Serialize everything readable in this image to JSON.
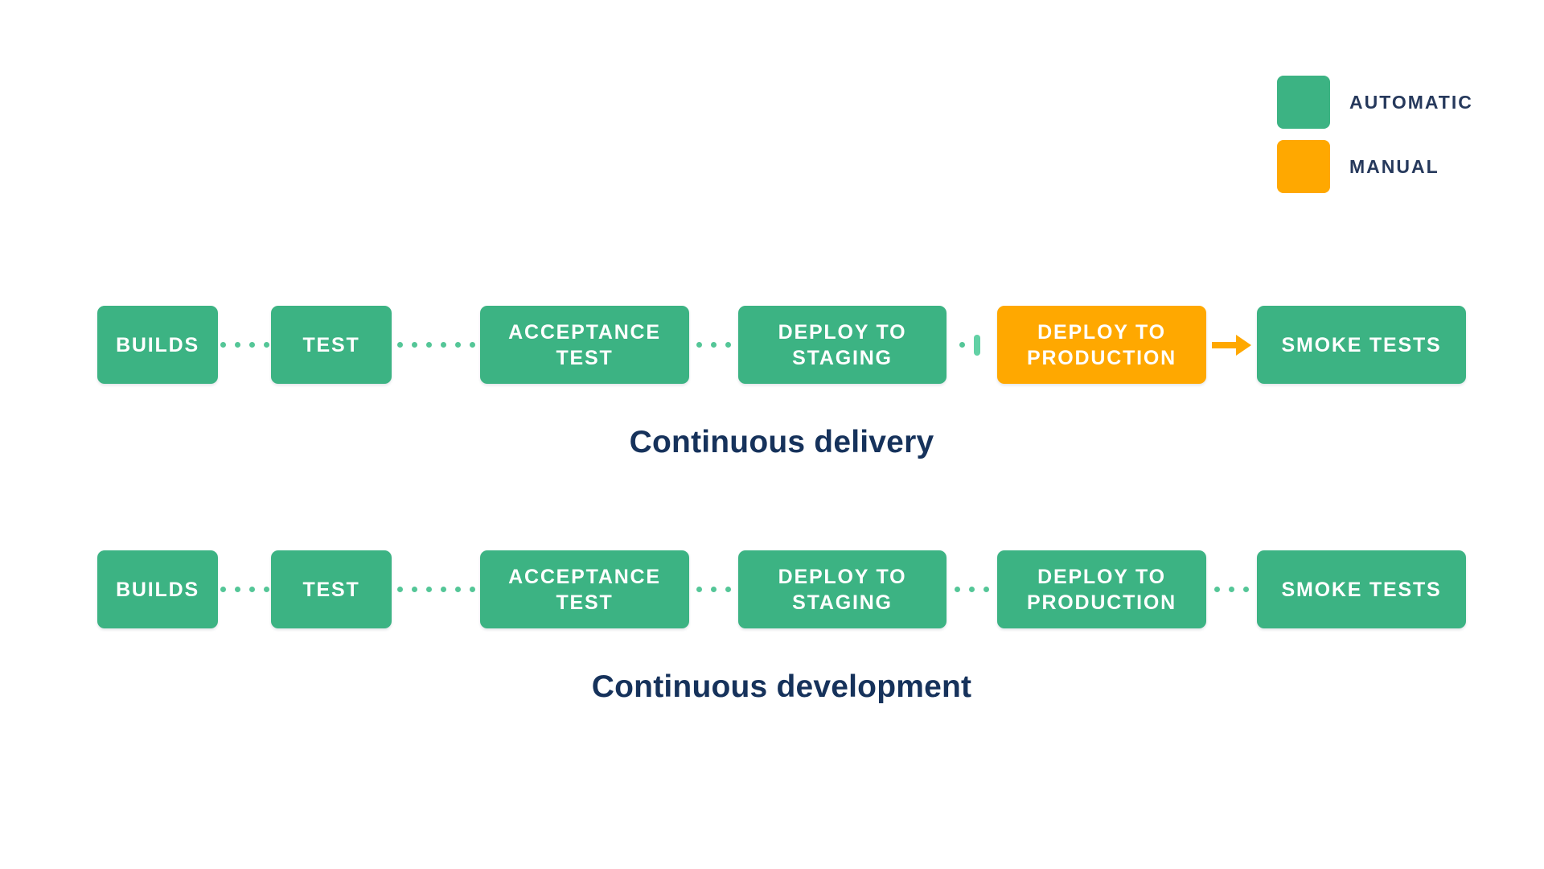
{
  "colors": {
    "automatic_green": "#3CB383",
    "manual_orange": "#FFA800",
    "connector_dot_green": "#54C697",
    "gate_bar_green": "#62D1A5",
    "caption_navy": "#16325B",
    "legend_text_navy": "#26395C",
    "stage_text": "#FFFFFF"
  },
  "legend": {
    "items": [
      {
        "label": "AUTOMATIC",
        "type": "automatic"
      },
      {
        "label": "MANUAL",
        "type": "manual"
      }
    ]
  },
  "pipelines": [
    {
      "caption": "Continuous delivery",
      "stages": [
        {
          "label": "BUILDS",
          "type": "automatic"
        },
        {
          "label": "TEST",
          "type": "automatic"
        },
        {
          "label": "ACCEPTANCE TEST",
          "type": "automatic"
        },
        {
          "label": "DEPLOY TO STAGING",
          "type": "automatic"
        },
        {
          "label": "DEPLOY TO PRODUCTION",
          "type": "manual"
        },
        {
          "label": "SMOKE TESTS",
          "type": "automatic"
        }
      ]
    },
    {
      "caption": "Continuous development",
      "stages": [
        {
          "label": "BUILDS",
          "type": "automatic"
        },
        {
          "label": "TEST",
          "type": "automatic"
        },
        {
          "label": "ACCEPTANCE TEST",
          "type": "automatic"
        },
        {
          "label": "DEPLOY TO STAGING",
          "type": "automatic"
        },
        {
          "label": "DEPLOY TO PRODUCTION",
          "type": "automatic"
        },
        {
          "label": "SMOKE TESTS",
          "type": "automatic"
        }
      ]
    }
  ]
}
